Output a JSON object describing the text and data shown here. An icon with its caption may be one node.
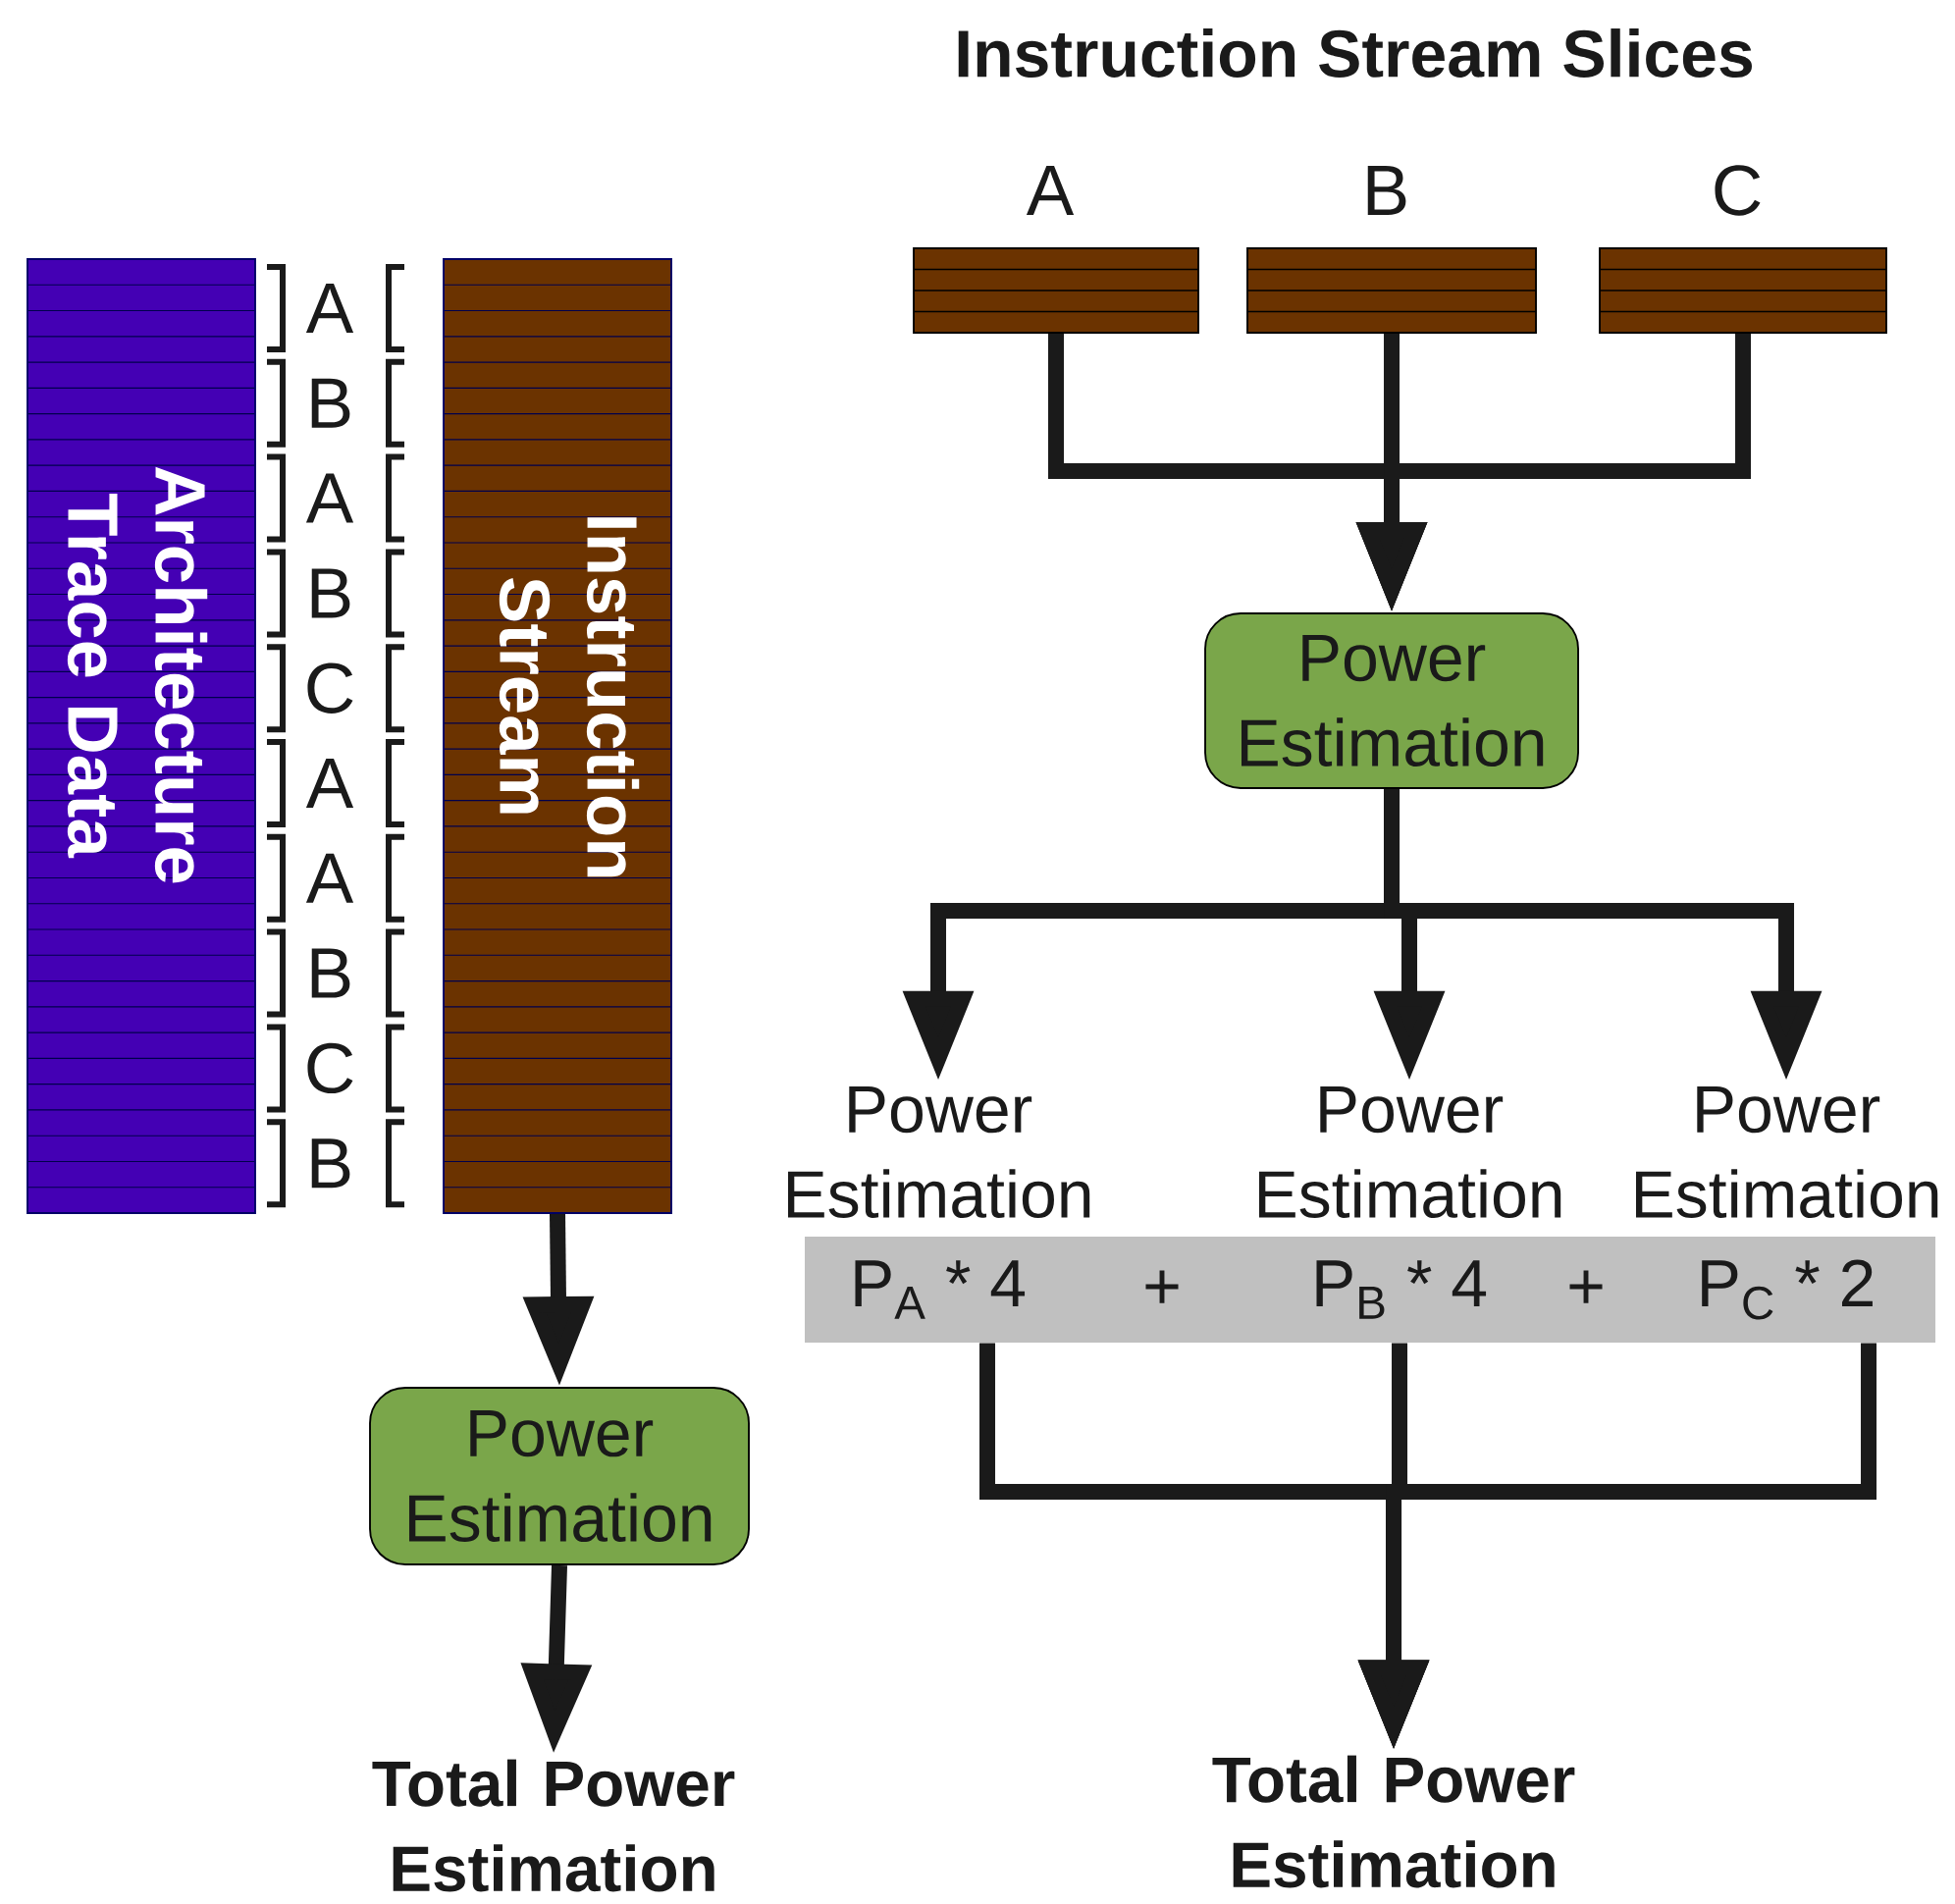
{
  "diagram": {
    "title": "Instruction Stream Slices",
    "nodes": [
      {
        "text": [
          "Architecture Trace Data"
        ]
      },
      {
        "text": [
          "Instruction Stream"
        ]
      },
      {
        "text": [
          "Power Estimation"
        ]
      },
      {
        "text": [
          "Total Power Estimation"
        ]
      },
      {
        "text": [
          "A"
        ]
      },
      {
        "text": [
          "B"
        ]
      },
      {
        "text": [
          "C"
        ]
      },
      {
        "text": [
          "Power Estimation"
        ]
      },
      {
        "text": [
          "Power Estimation"
        ]
      },
      {
        "text": [
          "Power Estimation"
        ]
      },
      {
        "text": [
          "Power Estimation"
        ]
      },
      {
        "text": [
          "+",
          "+"
        ]
      },
      {
        "text": [
          "P$_{A}$ * 4"
        ],
        "in": 11
      },
      {
        "text": [
          "P$_{B}$ * 4"
        ],
        "in": 11
      },
      {
        "text": [
          "P$_{C}$ * 2"
        ],
        "in": 11
      },
      {
        "text": [
          "Total Power Estimation"
        ]
      }
    ],
    "edges": [
      {
        "from": 1,
        "to": 2,
        "arrow": "to"
      },
      {
        "from": 2,
        "to": 3,
        "arrow": "to"
      },
      {
        "from": 4,
        "to": 7,
        "arrow": "to"
      },
      {
        "from": 5,
        "to": 7,
        "arrow": "to"
      },
      {
        "from": 6,
        "to": 7,
        "arrow": "to"
      },
      {
        "from": 7,
        "to": 8,
        "arrow": "to"
      },
      {
        "from": 7,
        "to": 9,
        "arrow": "to"
      },
      {
        "from": 7,
        "to": 10,
        "arrow": "to"
      },
      {
        "from": 12,
        "to": 15,
        "arrow": "to"
      },
      {
        "from": 13,
        "to": 15,
        "arrow": "to"
      },
      {
        "from": 14,
        "to": 15,
        "arrow": "to"
      }
    ],
    "labels": [
      "A",
      "B",
      "A",
      "B",
      "C",
      "A",
      "A",
      "B",
      "C",
      "B"
    ]
  }
}
